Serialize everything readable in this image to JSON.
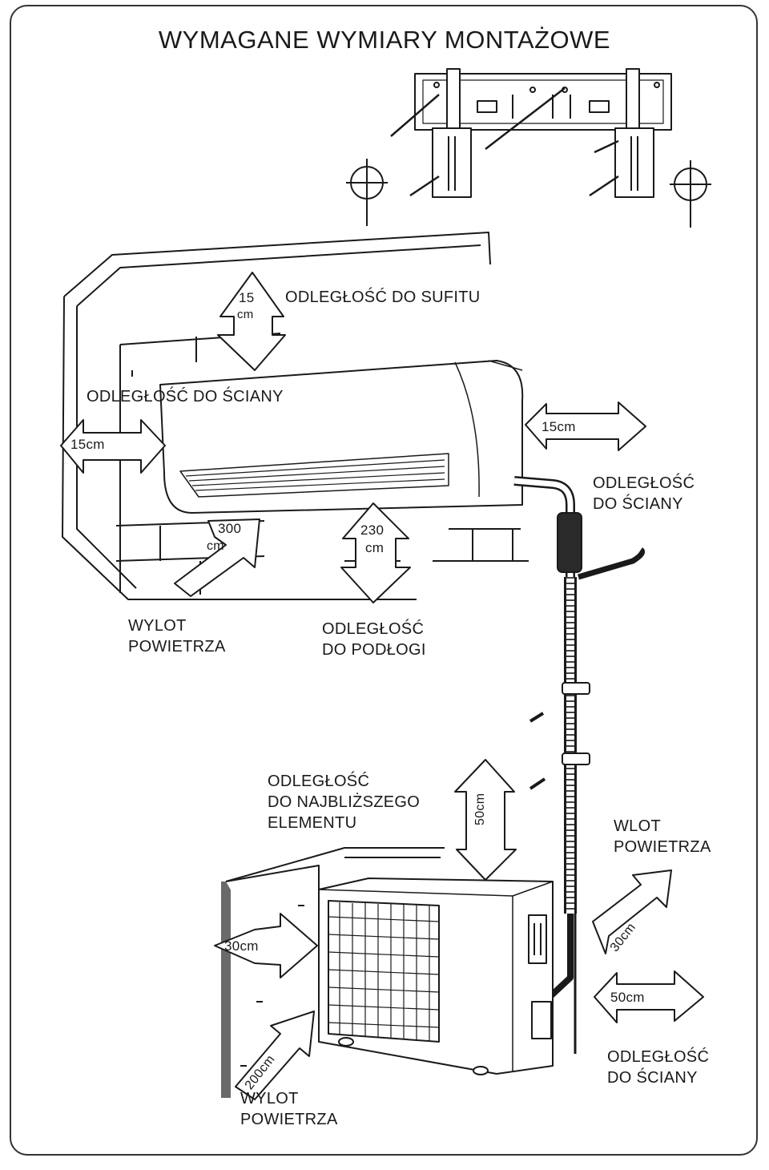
{
  "title": "WYMAGANE WYMIARY MONTAŻOWE",
  "indoor": {
    "ceiling": {
      "label": "ODLEGŁOŚĆ DO SUFITU",
      "value": "15",
      "unit": "cm"
    },
    "left_wall": {
      "label": "ODLEGŁOŚĆ DO ŚCIANY",
      "value": "15cm"
    },
    "right_wall": {
      "label": "ODLEGŁOŚĆ\nDO ŚCIANY",
      "value": "15cm"
    },
    "air_outlet": {
      "label": "WYLOT\nPOWIETRZA",
      "value": "300",
      "unit": "cm"
    },
    "floor": {
      "label": "ODLEGŁOŚĆ\nDO PODŁOGI",
      "value": "230",
      "unit": "cm"
    }
  },
  "outdoor": {
    "nearest": {
      "label": "ODLEGŁOŚĆ\nDO NAJBLIŻSZEGO\nELEMENTU",
      "value": "50cm"
    },
    "air_inlet": {
      "label": "WLOT\nPOWIETRZA",
      "value": "30cm"
    },
    "rear_wall": {
      "value": "30cm"
    },
    "air_outlet": {
      "label": "WYLOT\nPOWIETRZA",
      "value": "200cm"
    },
    "side_wall": {
      "label": "ODLEGŁOŚĆ\nDO ŚCIANY",
      "value": "50cm"
    }
  },
  "colors": {
    "line": "#1a1a1a",
    "fill": "#ffffff",
    "shade": "#9a9a9a"
  }
}
